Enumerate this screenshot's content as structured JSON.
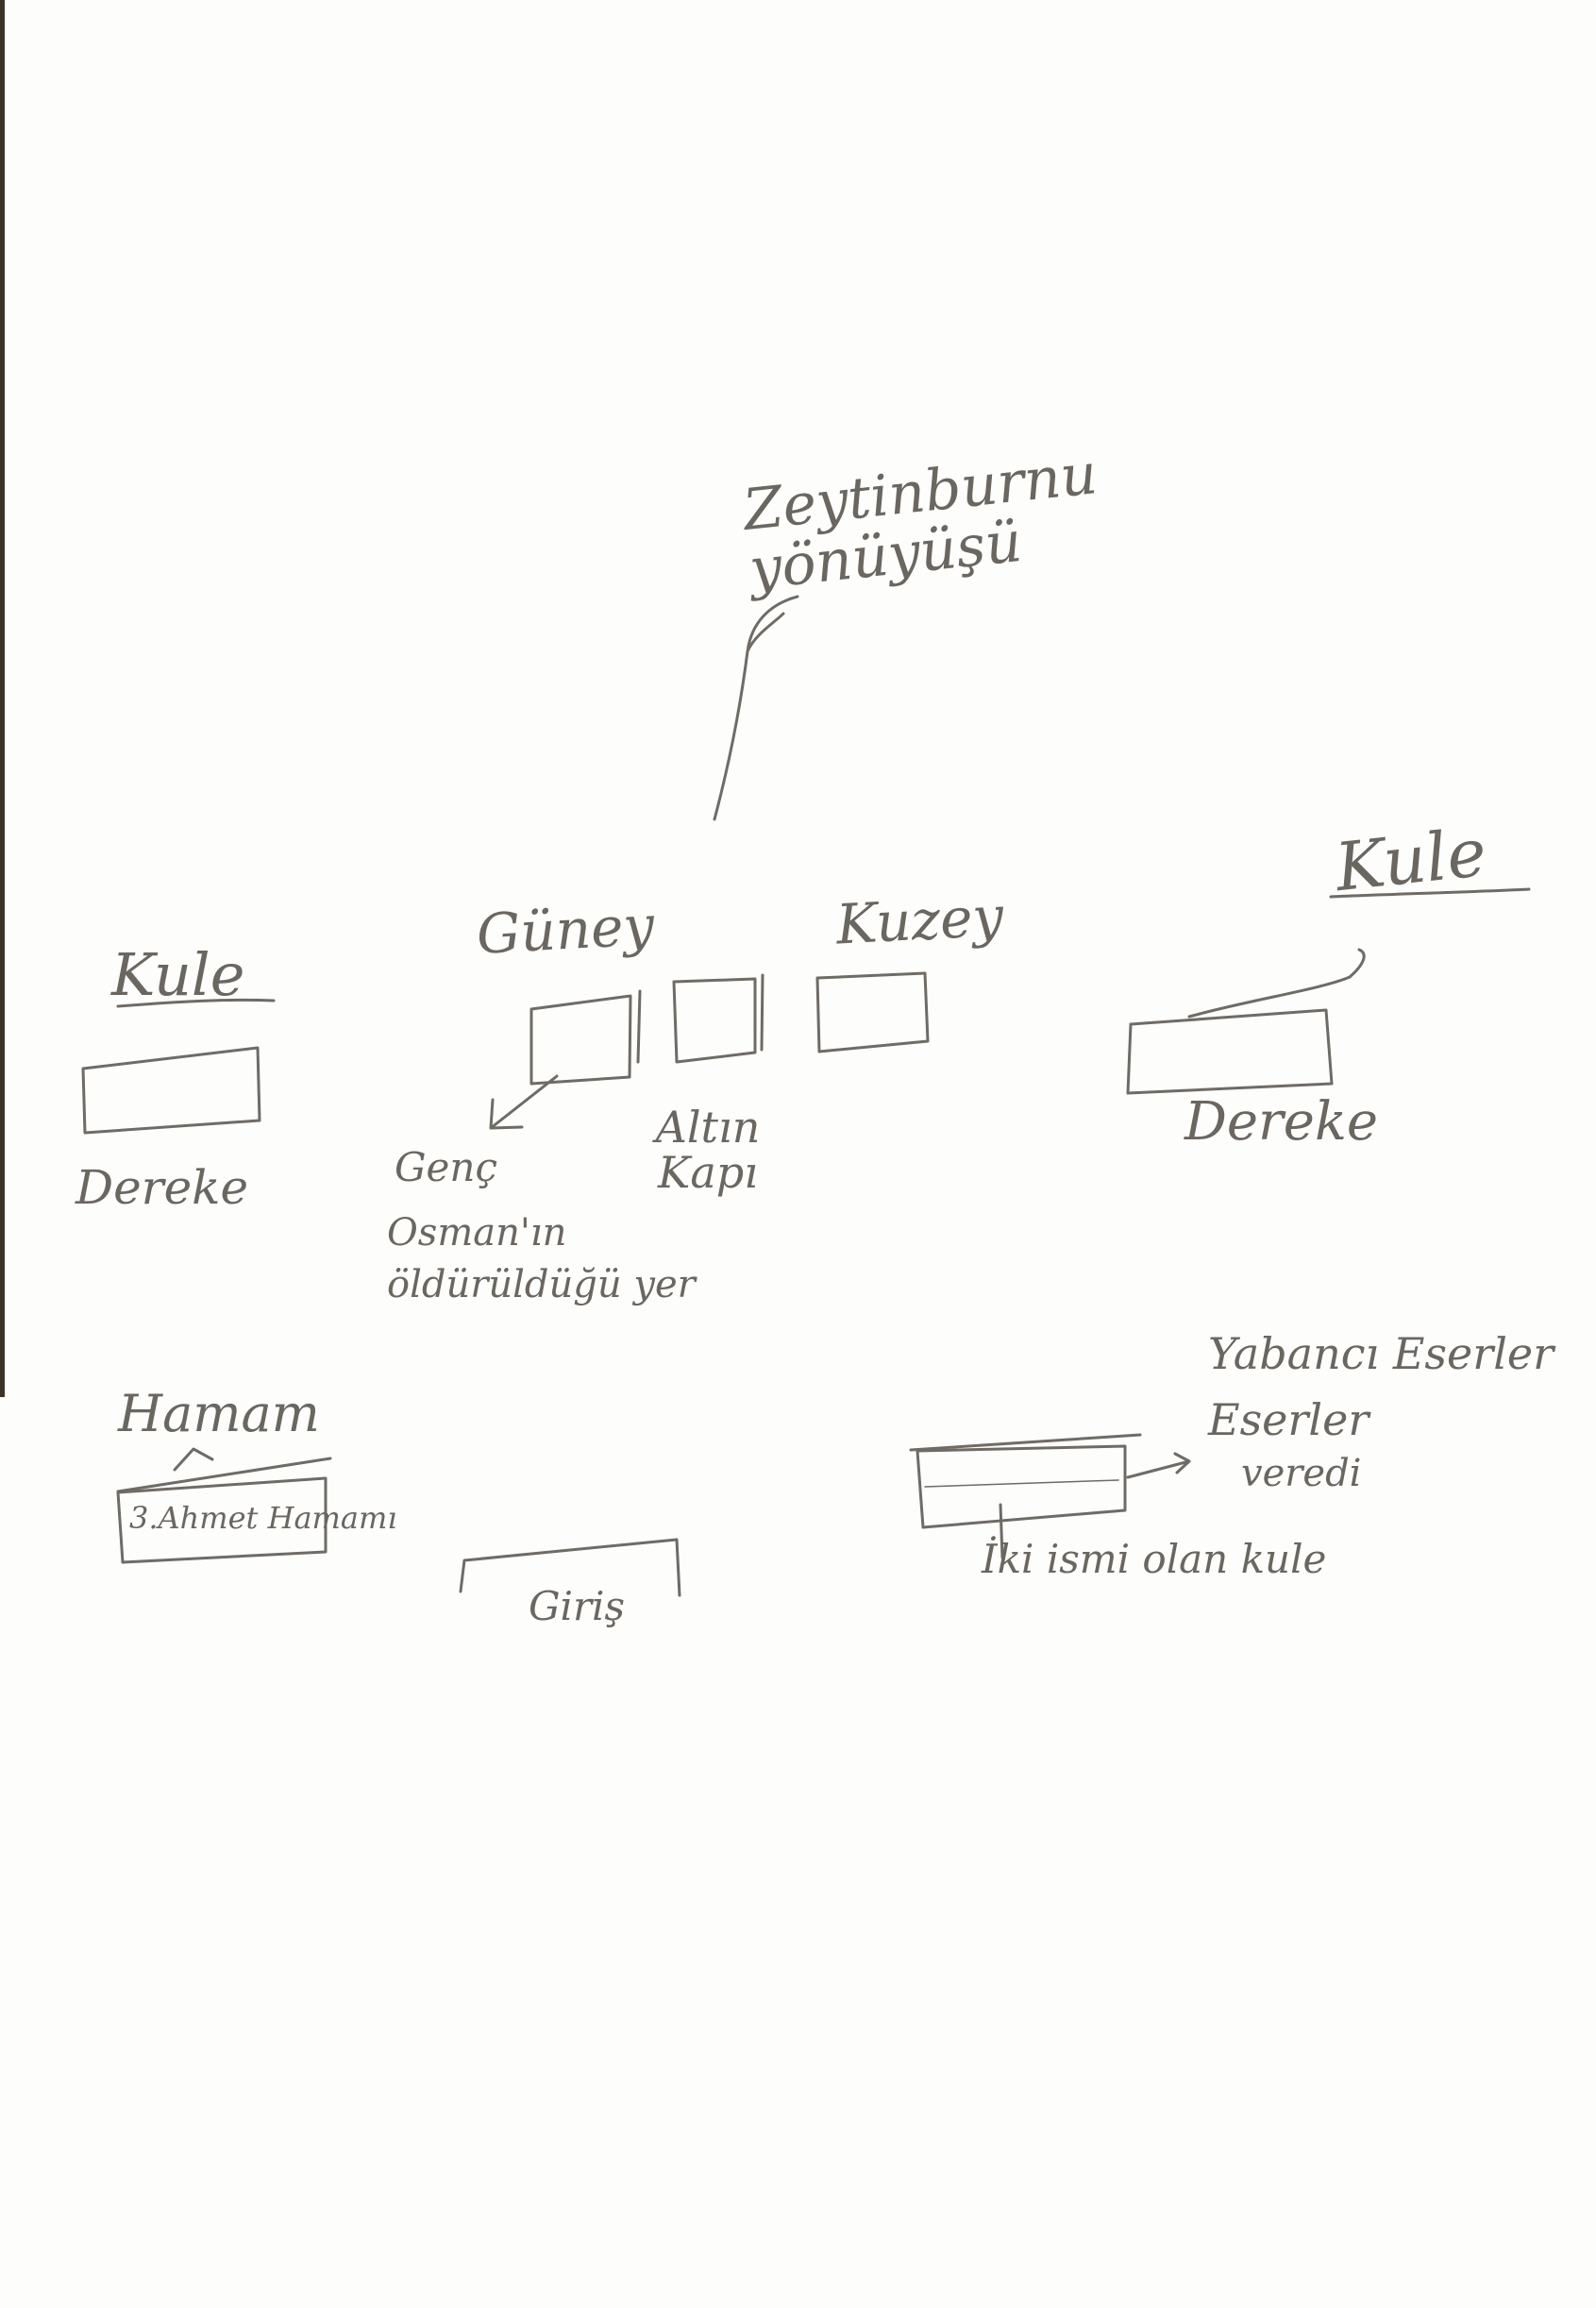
{
  "diagram": {
    "upper_direction": "Zeytinburnu yönüyüşü",
    "left_tower": {
      "title": "Kule",
      "caption": "Dereke"
    },
    "right_tower": {
      "title": "Kule",
      "caption": "Dereke"
    },
    "south_gate": "Güney",
    "north_gate": "Kuzey",
    "golden_gate": "Altın Kapı",
    "young_osman": [
      "Genç",
      "Osman'ın",
      "öldürüldüğü yer"
    ],
    "bath": {
      "title": "Hamam",
      "box_text": "3.Ahmet Hamamı"
    },
    "entrance": "Giriş",
    "foreign_artifacts": [
      "Yabancı Eserler",
      "Eserler",
      "veredi"
    ],
    "two_name_tower": "İki ismi olan kule"
  }
}
